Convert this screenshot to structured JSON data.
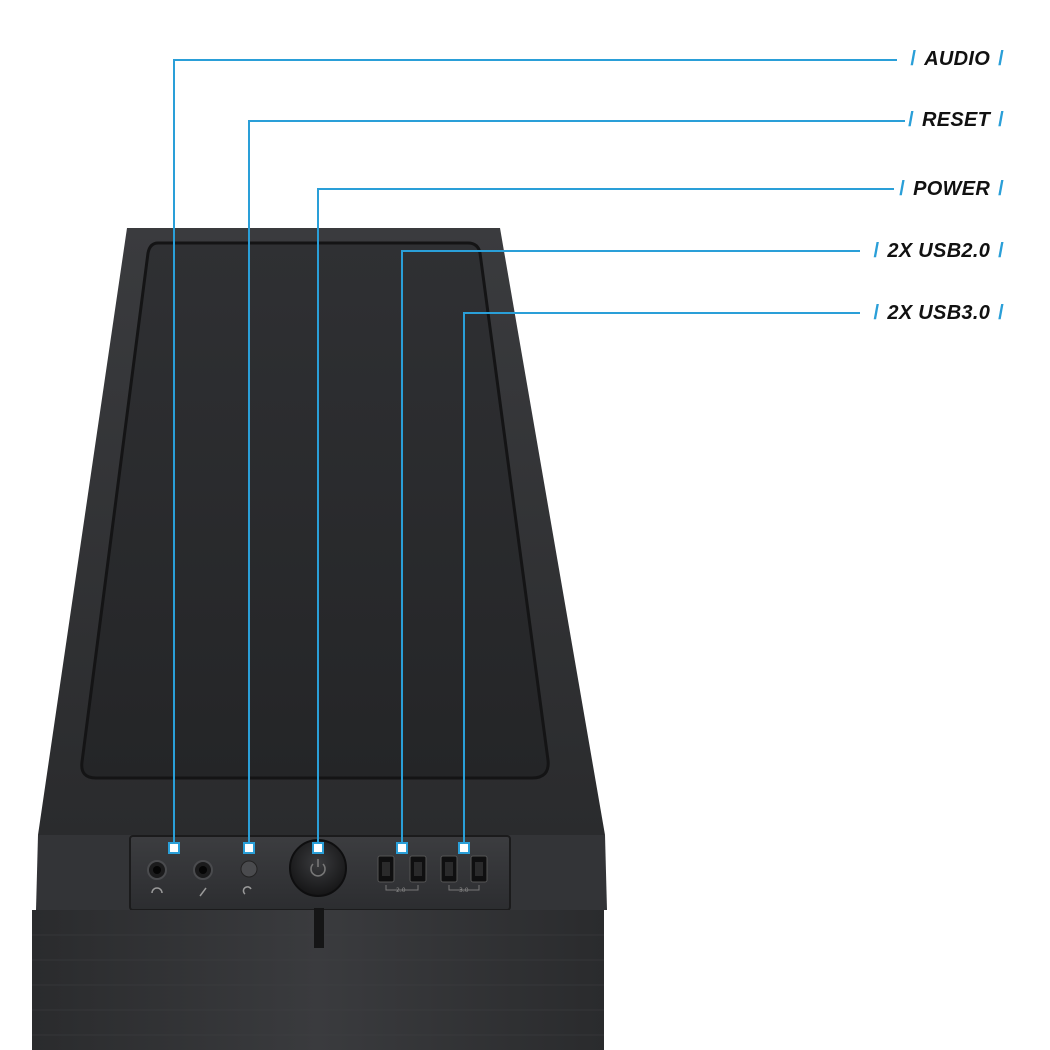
{
  "callouts": [
    {
      "id": "audio",
      "label": "AUDIO"
    },
    {
      "id": "reset",
      "label": "RESET"
    },
    {
      "id": "power",
      "label": "POWER"
    },
    {
      "id": "usb2",
      "label": "2X USB2.0"
    },
    {
      "id": "usb3",
      "label": "2X USB3.0"
    }
  ],
  "port_group_labels": {
    "usb2": "2.0",
    "usb3": "3.0"
  },
  "colors": {
    "accent": "#2a9fd8",
    "case_dark": "#2b2c2e",
    "label_text": "#111111"
  },
  "icons": {
    "headphone": "headphone-icon",
    "microphone": "microphone-icon",
    "reset": "reset-icon",
    "power": "power-icon",
    "usb": "usb-port-icon"
  }
}
